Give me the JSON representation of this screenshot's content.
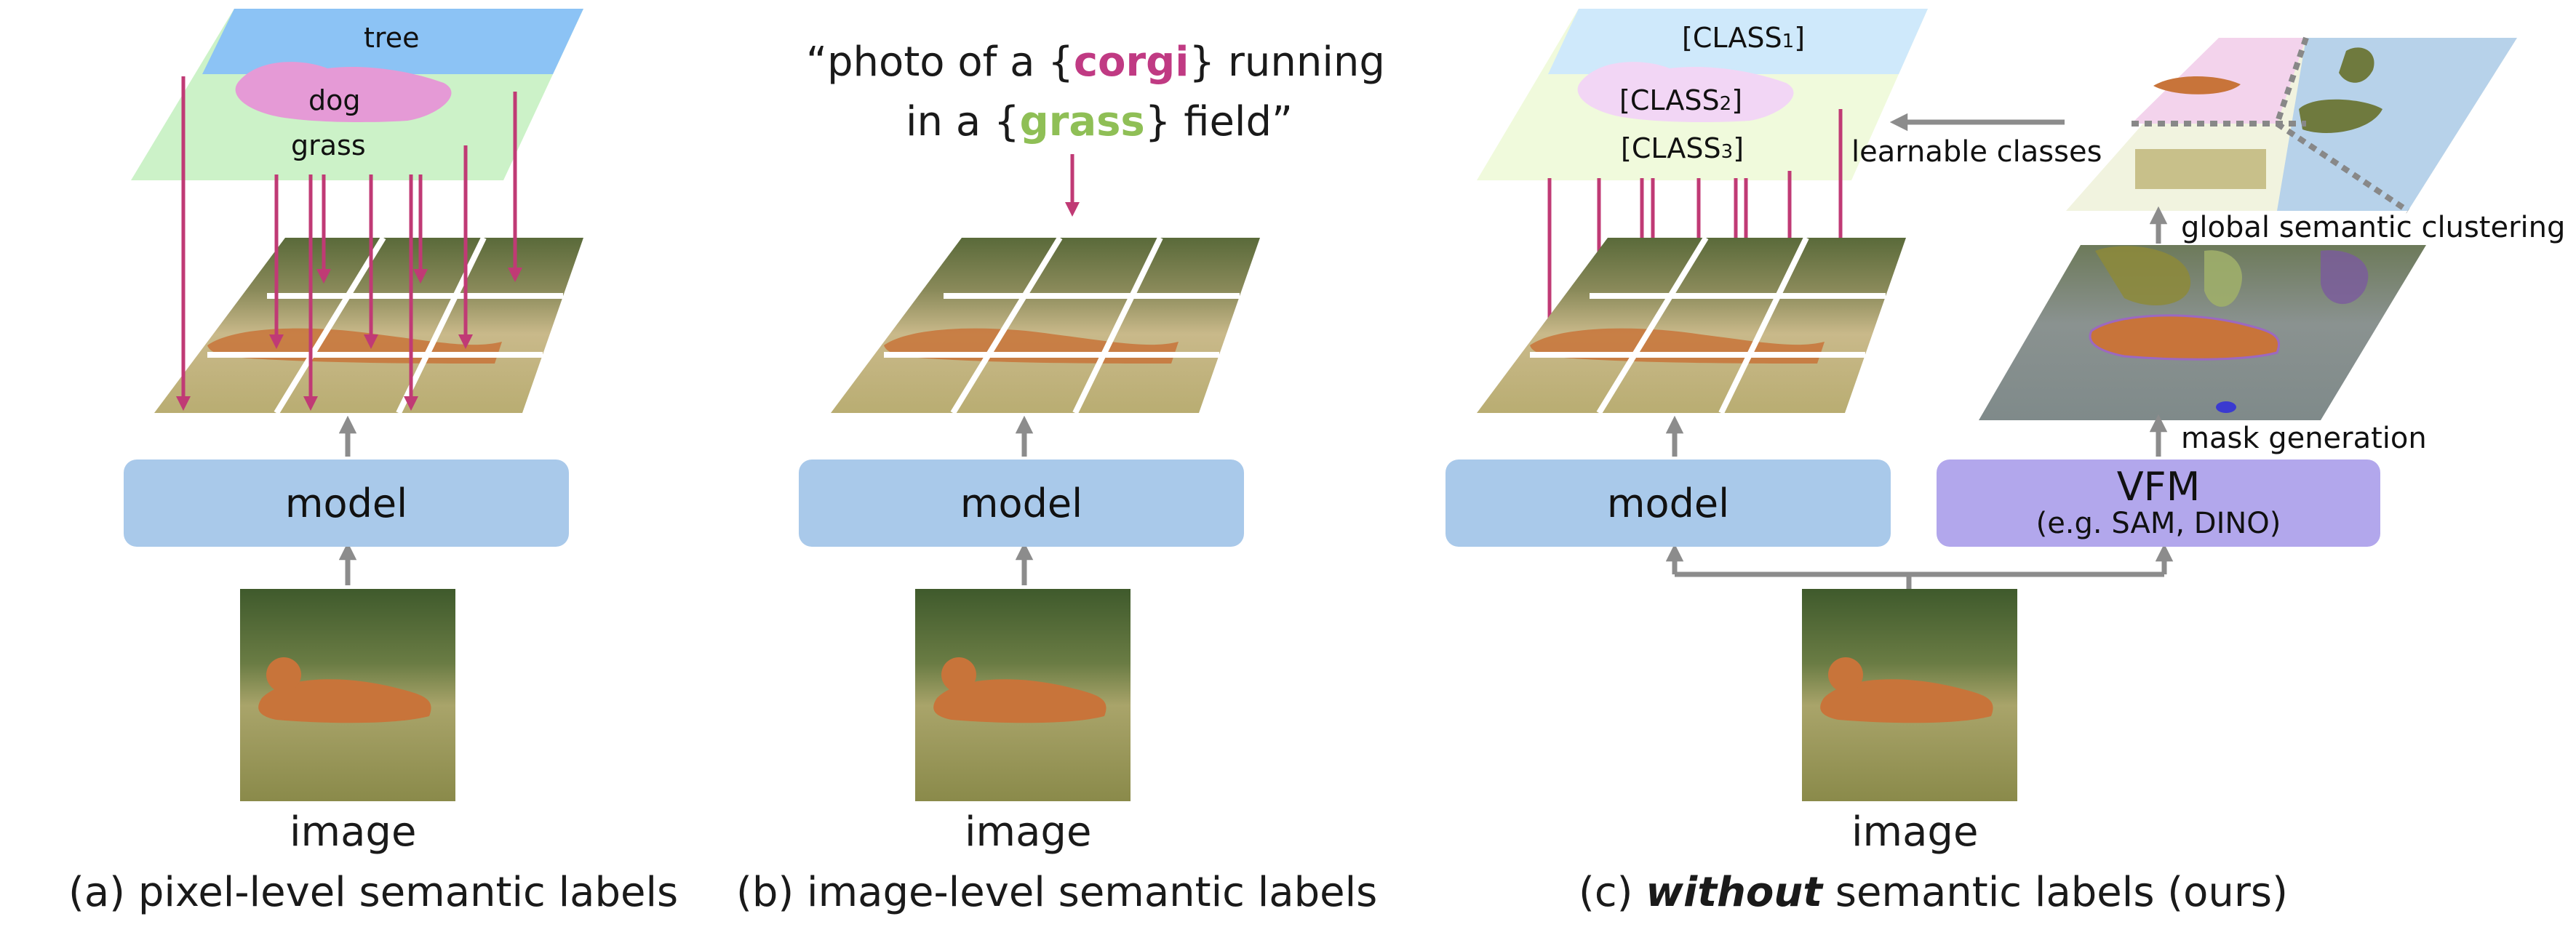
{
  "panel_a": {
    "plane_labels": [
      "tree",
      "dog",
      "grass"
    ],
    "model": "model",
    "image_label": "image",
    "caption": "(a) pixel-level semantic labels"
  },
  "panel_b": {
    "quote_open": "“photo of a {",
    "word1": "corgi",
    "quote_mid": "} running",
    "quote2_open": "in a {",
    "word2": "grass",
    "quote2_close": "} field”",
    "model": "model",
    "image_label": "image",
    "caption": "(b) image-level semantic labels"
  },
  "panel_c": {
    "class1": "[CLASS",
    "class1_sub": "1",
    "class2": "[CLASS",
    "class2_sub": "2",
    "class3": "[CLASS",
    "class3_sub": "3",
    "bracket_close": "]",
    "learnable": "learnable classes",
    "global_clustering": "global semantic clustering",
    "mask_generation": "mask generation",
    "model": "model",
    "vfm_title": "VFM",
    "vfm_sub": "(e.g. SAM, DINO)",
    "image_label": "image",
    "caption_prefix": "(c) ",
    "caption_emph": "without",
    "caption_suffix": " semantic labels (ours)"
  },
  "colors": {
    "arrow_pink": "#c03a75",
    "arrow_gray": "#8c8c8c",
    "tree_blue": "#8cc3f5",
    "grass_green": "#ccf2c8",
    "dog_pink": "#e59ad6",
    "model_blue": "#a9c9ea",
    "vfm_purple": "#b2a7ec"
  }
}
